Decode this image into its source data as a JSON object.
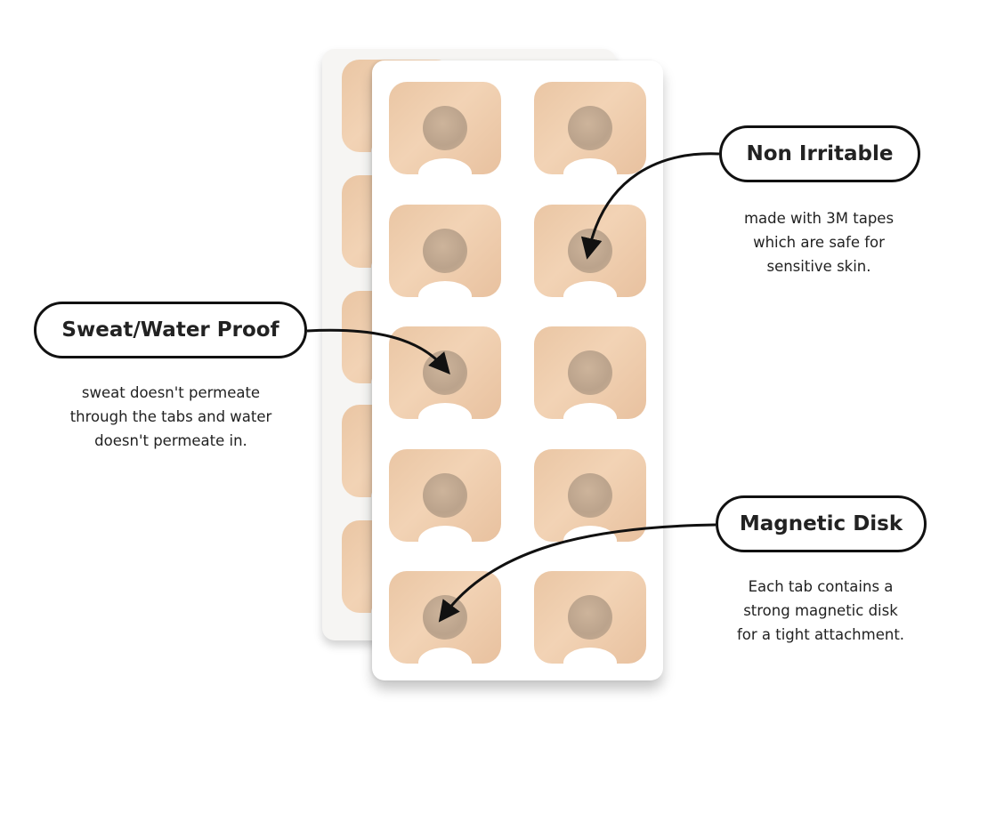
{
  "features": [
    {
      "title": "Non Irritable",
      "description": [
        "made with 3M tapes",
        "which are safe for",
        "sensitive skin."
      ]
    },
    {
      "title": "Sweat/Water Proof",
      "description": [
        "sweat doesn't permeate",
        "through the tabs and water",
        "doesn't permeate in."
      ]
    },
    {
      "title": "Magnetic Disk",
      "description": [
        "Each tab contains a",
        "strong magnetic disk",
        "for a tight attachment."
      ]
    }
  ],
  "colors": {
    "tab": "#eecba9",
    "disk": "#bfa68e",
    "outline": "#111111"
  }
}
